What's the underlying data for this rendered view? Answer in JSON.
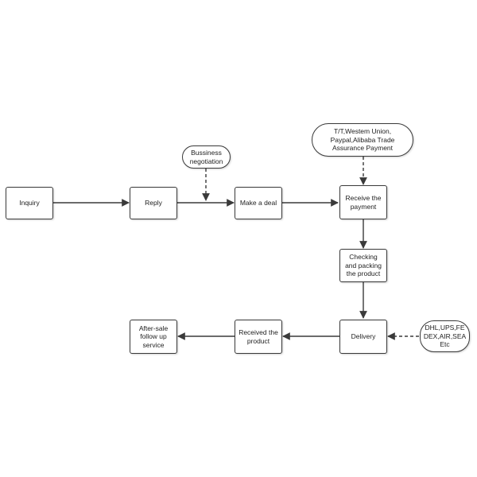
{
  "diagram": {
    "nodes": {
      "inquiry": "Inquiry",
      "reply": "Reply",
      "make_deal": "Make a deal",
      "receive_payment": "Receive the\npayment",
      "checking": "Checking\nand packing\nthe product",
      "delivery": "Delivery",
      "received_product": "Received the\nproduct",
      "after_sale": "After-sale\nfollow up\nservice"
    },
    "notes": {
      "negotiation": "Bussiness\nnegotiation",
      "payment_methods": "T/T,Westem Union,\nPaypal,Alibaba Trade\nAssurance Payment",
      "shipping_methods": "DHL,UPS,FE\nDEX,AIR,SEA\nEtc"
    },
    "colors": {
      "stroke": "#3a3a3a",
      "fill": "#ffffff",
      "text": "#1e1e1e"
    }
  }
}
